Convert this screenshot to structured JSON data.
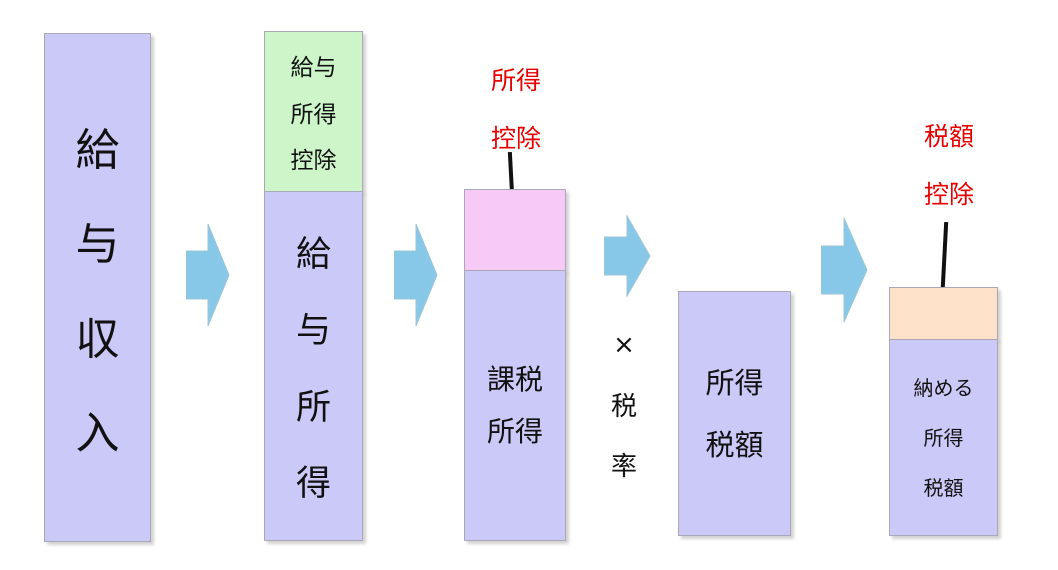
{
  "box1": {
    "chars": [
      "給",
      "与",
      "収",
      "入"
    ]
  },
  "box2": {
    "top_lines": [
      "給与",
      "所得",
      "控除"
    ],
    "bottom_chars": [
      "給",
      "与",
      "所",
      "得"
    ]
  },
  "step3": {
    "label_lines": [
      "所得",
      "控除"
    ],
    "bottom_lines": [
      "課税",
      "所得"
    ]
  },
  "multiplier": {
    "symbol": "×",
    "chars": [
      "税",
      "率"
    ]
  },
  "box4": {
    "lines": [
      "所得",
      "税額"
    ]
  },
  "step5": {
    "label_lines": [
      "税額",
      "控除"
    ],
    "bottom_lines": [
      "納める",
      "所得",
      "税額"
    ]
  },
  "colors": {
    "main_box": "#cbc9f7",
    "deduction_box": "#cdf5c9",
    "income_deduction_box": "#f6c9f7",
    "tax_credit_box": "#fde2c9",
    "arrow": "#87c8e8",
    "label_red": "#e60000"
  }
}
